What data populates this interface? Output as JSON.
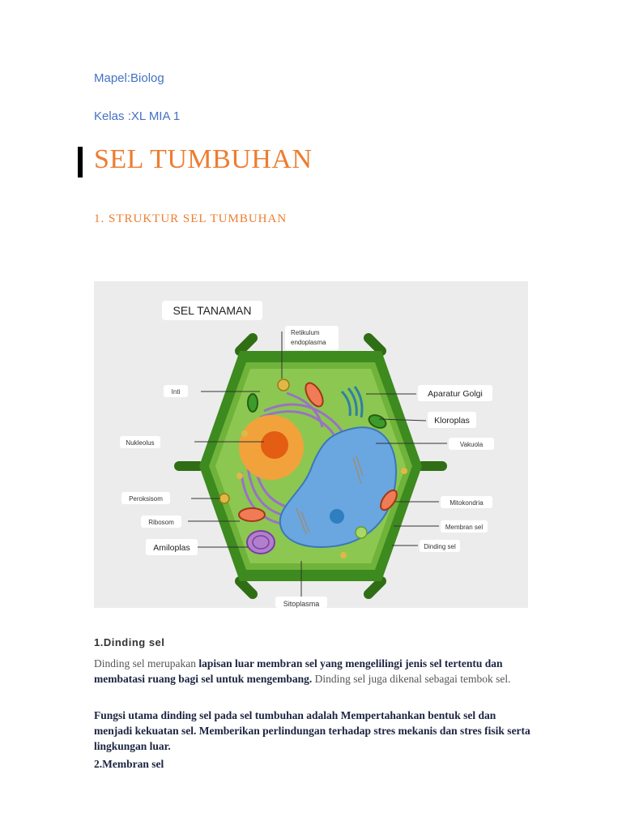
{
  "header": {
    "mapel": "Mapel:Biolog",
    "kelas": "Kelas :XL MIA 1"
  },
  "title": "SEL TUMBUHAN",
  "section_heading": "1.  STRUKTUR SEL TUMBUHAN",
  "figure": {
    "title": "SEL TANAMAN",
    "labels": {
      "retikulum": [
        "Retikulum",
        "endoplasma"
      ],
      "inti": "Inti",
      "nukleolus": "Nukleolus",
      "peroksisom": "Peroksisom",
      "ribosom": "Ribosom",
      "amiloplas": "Amiloplas",
      "aparatur_golgi": "Aparatur Golgi",
      "kloroplas": "Kloroplas",
      "vakuola": "Vakuola",
      "mitokondria": "Mitokondria",
      "membran_sel": "Membran sel",
      "dinding_sel": "Dinding sel",
      "sitoplasma": "Sitoplasma"
    },
    "colors": {
      "cell_wall": "#3d8a1f",
      "cytoplasm": "#8cc751",
      "nucleus": "#f2a23b",
      "vacuole": "#6aa6e0",
      "golgi": "#2f7fa6",
      "er": "#9a72c4"
    }
  },
  "sections": [
    {
      "heading": "1.Dinding sel",
      "paragraphs": [
        {
          "parts": [
            {
              "text": "Dinding sel merupakan ",
              "style": "grey"
            },
            {
              "text": "lapisan luar membran sel yang mengelilingi jenis sel tertentu dan membatasi ruang bagi sel untuk mengembang.",
              "style": "dark"
            },
            {
              "text": " Dinding sel juga dikenal sebagai tembok sel.",
              "style": "grey"
            }
          ]
        },
        {
          "text": "Fungsi utama dinding sel pada sel tumbuhan adalah Mempertahankan bentuk sel dan menjadi kekuatan sel. Memberikan perlindungan terhadap stres mekanis dan stres fisik serta lingkungan luar."
        }
      ]
    },
    {
      "heading": "2.Membran sel"
    }
  ]
}
